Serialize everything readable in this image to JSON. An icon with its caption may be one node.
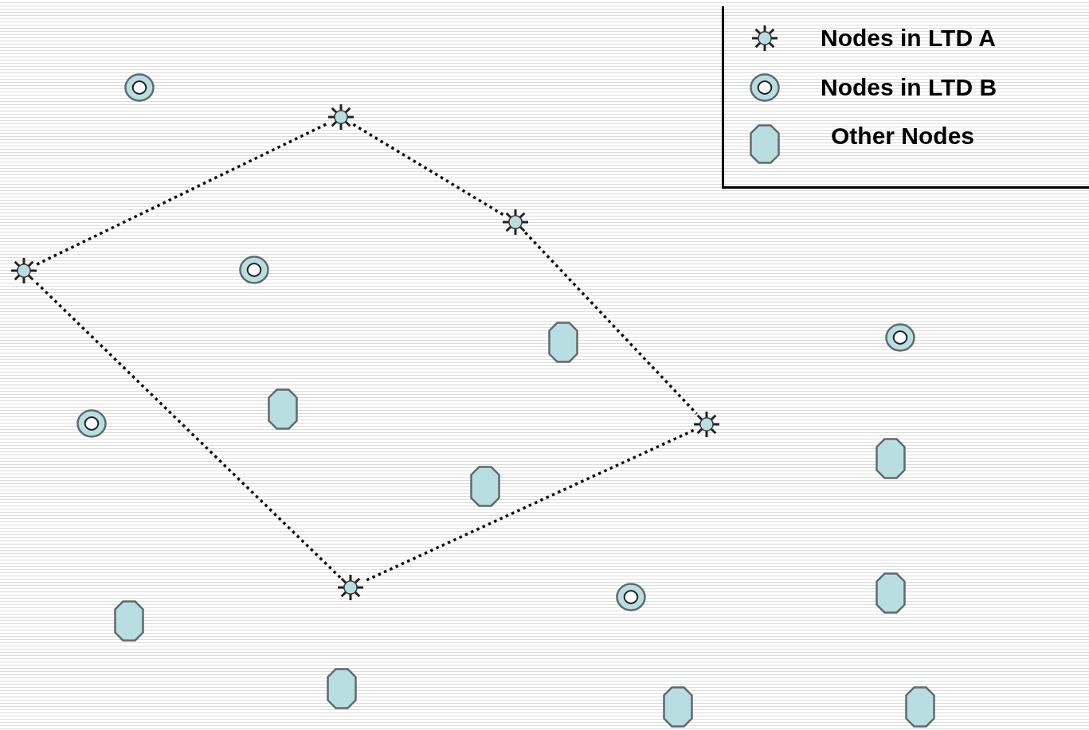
{
  "diagram": {
    "nodes": [
      {
        "text": [],
        "shape": "circle"
      },
      {
        "text": [],
        "shape": "star"
      },
      {
        "text": [],
        "shape": "star"
      },
      {
        "text": [],
        "shape": "star"
      },
      {
        "text": [],
        "shape": "circle"
      },
      {
        "text": [],
        "shape": "circle"
      },
      {
        "text": [],
        "shape": "octagon"
      },
      {
        "text": [],
        "shape": "octagon"
      },
      {
        "text": [],
        "shape": "circle"
      },
      {
        "text": [],
        "shape": "star"
      },
      {
        "text": [],
        "shape": "octagon"
      },
      {
        "text": [],
        "shape": "octagon"
      },
      {
        "text": [],
        "shape": "star"
      },
      {
        "text": [],
        "shape": "octagon"
      },
      {
        "text": [],
        "shape": "circle"
      },
      {
        "text": [],
        "shape": "octagon"
      },
      {
        "text": [],
        "shape": "octagon"
      },
      {
        "text": [],
        "shape": "octagon"
      },
      {
        "text": [],
        "shape": "octagon"
      }
    ],
    "edges": [
      {
        "from": 3,
        "to": 1,
        "arrow": "none",
        "style": "dashed"
      },
      {
        "from": 1,
        "to": 2,
        "arrow": "none",
        "style": "dashed"
      },
      {
        "from": 2,
        "to": 9,
        "arrow": "none",
        "style": "dashed"
      },
      {
        "from": 9,
        "to": 12,
        "arrow": "none",
        "style": "dashed"
      },
      {
        "from": 12,
        "to": 3,
        "arrow": "none",
        "style": "dashed"
      }
    ],
    "legend": [
      {
        "text": "Nodes in LTD A"
      },
      {
        "text": "Nodes in LTD B"
      },
      {
        "text": "Other Nodes"
      }
    ]
  }
}
